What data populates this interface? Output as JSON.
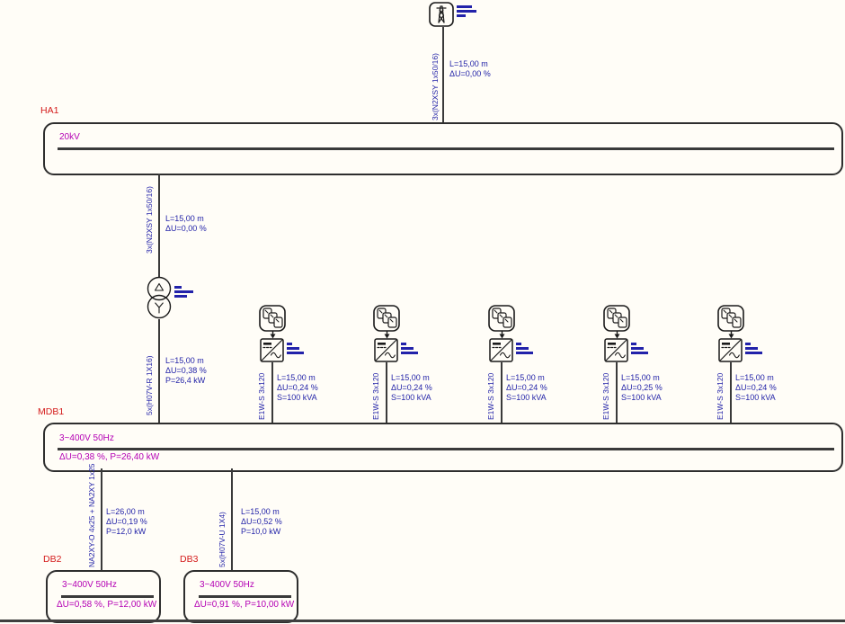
{
  "colors": {
    "label_red": "#d41b1b",
    "bus_magenta": "#b400b4",
    "cable_blue": "#2323a8",
    "line_dark": "#3a3a3a"
  },
  "icons": {
    "utility": "transmission-tower-icon",
    "transformer": "two-winding-transformer-icon",
    "pv_array": "pv-array-icon",
    "inverter": "dc-ac-converter-icon"
  },
  "utility_feed": {
    "cable": "3x(N2XSY 1x50/16)",
    "length": "L=15,00 m",
    "du": "ΔU=0,00 %"
  },
  "ha1": {
    "label": "HA1",
    "voltage": "20kV"
  },
  "mv_cable": {
    "cable": "3x(N2XSY 1x50/16)",
    "length": "L=15,00 m",
    "du": "ΔU=0,00 %"
  },
  "tr_cable": {
    "cable": "5x(H07V-R 1X16)",
    "length": "L=15,00 m",
    "du": "ΔU=0,38 %",
    "p": "P=26,4 kW"
  },
  "mdb1": {
    "label": "MDB1",
    "voltage": "3~400V 50Hz",
    "result": "ΔU=0,38 %, P=26,40 kW"
  },
  "branches": [
    {
      "cable": "E1W-S 3x120",
      "length": "L=15,00 m",
      "du": "ΔU=0,24 %",
      "s": "S=100 kVA"
    },
    {
      "cable": "E1W-S 3x120",
      "length": "L=15,00 m",
      "du": "ΔU=0,24 %",
      "s": "S=100 kVA"
    },
    {
      "cable": "E1W-S 3x120",
      "length": "L=15,00 m",
      "du": "ΔU=0,24 %",
      "s": "S=100 kVA"
    },
    {
      "cable": "E1W-S 3x120",
      "length": "L=15,00 m",
      "du": "ΔU=0,25 %",
      "s": "S=100 kVA"
    },
    {
      "cable": "E1W-S 3x120",
      "length": "L=15,00 m",
      "du": "ΔU=0,24 %",
      "s": "S=100 kVA"
    }
  ],
  "db2": {
    "label": "DB2",
    "cable": "NA2XY-O 4x25 + NA2XY 1x25",
    "length": "L=26,00 m",
    "du": "ΔU=0,19 %",
    "p": "P=12,0 kW",
    "voltage": "3~400V 50Hz",
    "result": "ΔU=0,58 %, P=12,00 kW"
  },
  "db3": {
    "label": "DB3",
    "cable": "5x(H07V-U 1X4)",
    "length": "L=15,00 m",
    "du": "ΔU=0,52 %",
    "p": "P=10,0 kW",
    "voltage": "3~400V 50Hz",
    "result": "ΔU=0,91 %, P=10,00 kW"
  }
}
